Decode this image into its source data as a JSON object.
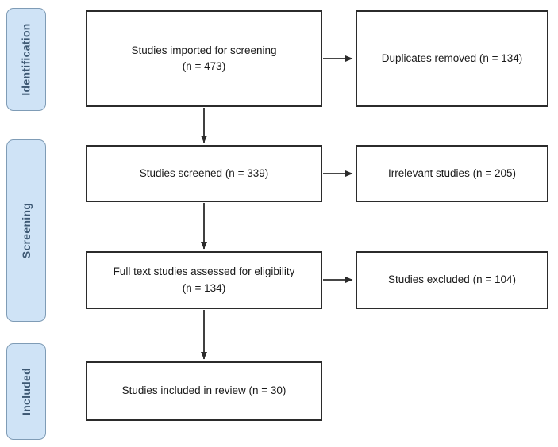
{
  "colors": {
    "background": "#ffffff",
    "stage_fill": "#cfe3f6",
    "stage_border": "#7f9cb6",
    "stage_text": "#3d5873",
    "box_fill": "#ffffff",
    "box_border": "#2b2b2b",
    "arrow": "#2b2b2b"
  },
  "diagram": {
    "stages": [
      {
        "label": "Identification"
      },
      {
        "label": "Screening"
      },
      {
        "label": "Included"
      }
    ],
    "flow": [
      {
        "line1": "Studies imported for screening",
        "line2": "(n = 473)"
      },
      {
        "line1": "Studies screened (n = 339)",
        "line2": ""
      },
      {
        "line1": "Full text studies assessed for eligibility",
        "line2": "(n = 134)"
      },
      {
        "line1": "Studies included in review (n = 30)",
        "line2": ""
      }
    ],
    "exclusions": [
      {
        "label": "Duplicates removed (n = 134)"
      },
      {
        "label": "Irrelevant studies (n = 205)"
      },
      {
        "label": "Studies excluded (n = 104)"
      }
    ]
  }
}
